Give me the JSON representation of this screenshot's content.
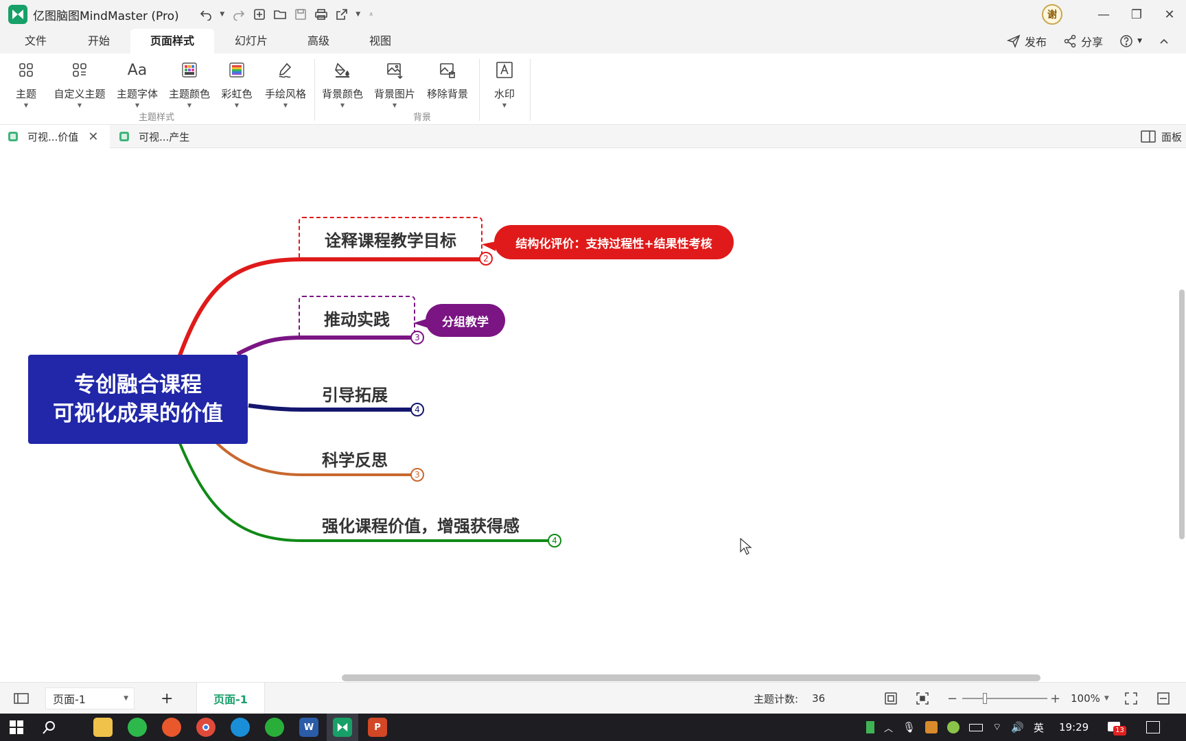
{
  "app": {
    "title": "亿图脑图MindMaster (Pro)",
    "avatar_text": "谢"
  },
  "menu": {
    "tabs": [
      "文件",
      "开始",
      "页面样式",
      "幻灯片",
      "高级",
      "视图"
    ],
    "active_index": 2,
    "publish": "发布",
    "share": "分享"
  },
  "ribbon": {
    "items": [
      "主题",
      "自定义主题",
      "主题字体",
      "主题颜色",
      "彩虹色",
      "手绘风格",
      "背景颜色",
      "背景图片",
      "移除背景",
      "水印"
    ],
    "groups": [
      "主题样式",
      "背景"
    ]
  },
  "doc_tabs": [
    {
      "label": "可视...价值",
      "active": true
    },
    {
      "label": "可视...产生",
      "active": false
    }
  ],
  "panel_label": "面板",
  "mindmap": {
    "root": {
      "line1": "专创融合课程",
      "line2": "可视化成果的价值",
      "color": "#2127a8"
    },
    "topics": [
      {
        "label": "诠释课程教学目标",
        "color": "#e01a1a",
        "badge": "2",
        "callout": "结构化评价：支持过程性+结果性考核"
      },
      {
        "label": "推动实践",
        "color": "#7a1583",
        "badge": "3",
        "callout": "分组教学"
      },
      {
        "label": "引导拓展",
        "color": "#14166e",
        "badge": "4"
      },
      {
        "label": "科学反思",
        "color": "#c8682e",
        "badge": "3"
      },
      {
        "label": "强化课程价值，增强获得感",
        "color": "#108a16",
        "badge": "4"
      }
    ]
  },
  "status": {
    "page_select": "页面-1",
    "page_tab": "页面-1",
    "topic_count_label": "主题计数:",
    "topic_count": "36",
    "zoom": "100%"
  },
  "taskbar": {
    "ime": "英",
    "time": "19:29",
    "notif_count": "13"
  }
}
